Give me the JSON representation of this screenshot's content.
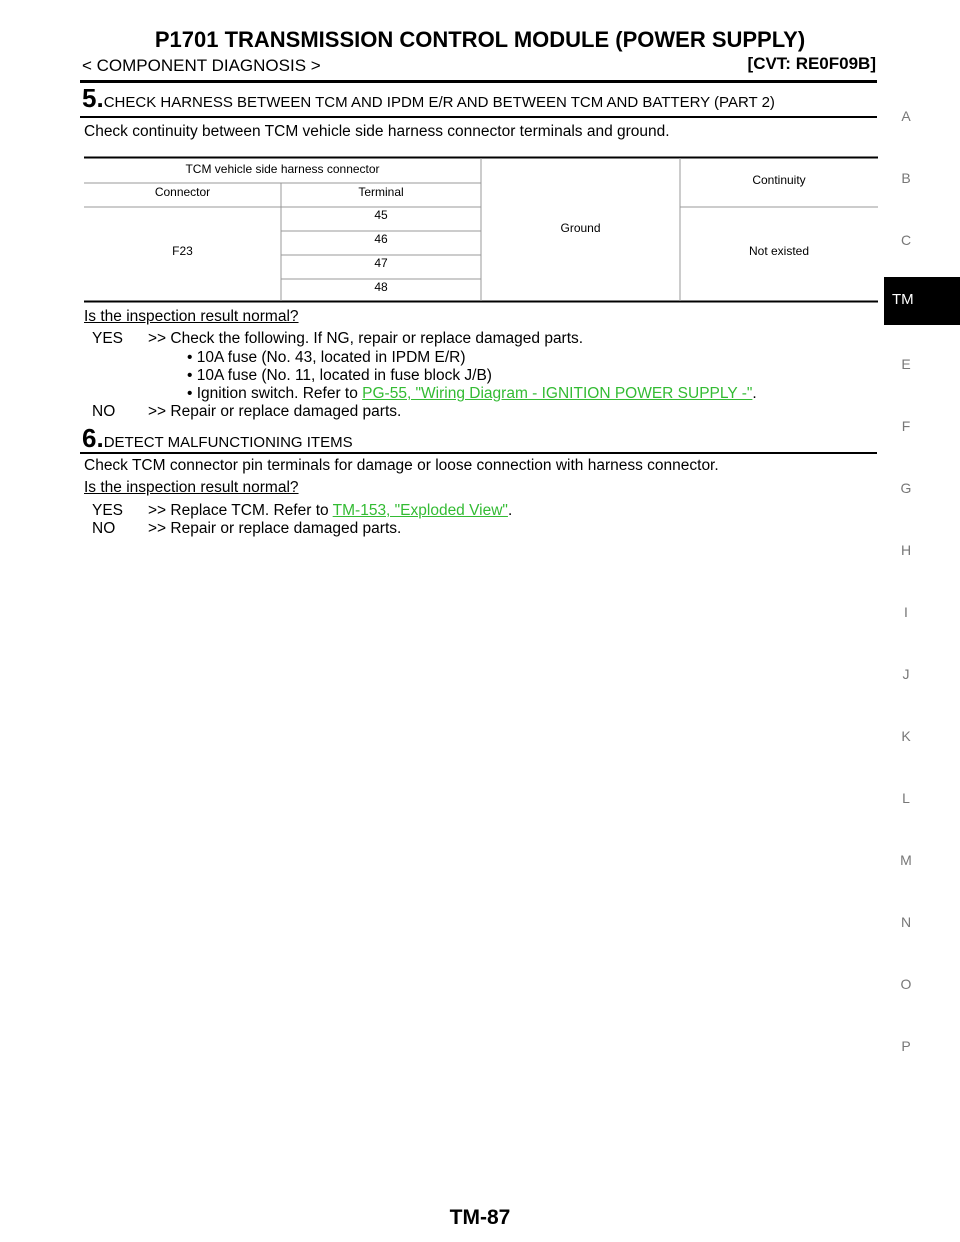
{
  "header": {
    "title": "P1701 TRANSMISSION CONTROL MODULE (POWER SUPPLY)",
    "section": "< COMPONENT DIAGNOSIS >",
    "model": "[CVT: RE0F09B]"
  },
  "step5": {
    "number": "5.",
    "title": "CHECK HARNESS BETWEEN TCM AND IPDM E/R AND BETWEEN TCM AND BATTERY (PART 2)",
    "instruction": "Check continuity between TCM vehicle side harness connector terminals and ground.",
    "table": {
      "group_header": "TCM vehicle side harness connector",
      "col_connector": "Connector",
      "col_terminal": "Terminal",
      "col_ground": "Ground",
      "col_continuity": "Continuity",
      "connector": "F23",
      "terminals": [
        "45",
        "46",
        "47",
        "48"
      ],
      "result": "Not existed"
    },
    "question": "Is the inspection result normal?",
    "yes_label": "YES",
    "yes_text": ">>   Check the following. If NG, repair or replace damaged parts.",
    "items": [
      "• 10A fuse (No. 43, located in IPDM E/R)",
      "• 10A fuse (No. 11, located in fuse block J/B)"
    ],
    "item3_prefix": "• Ignition switch. Refer to ",
    "item3_link": "PG-55, \"Wiring Diagram - IGNITION POWER SUPPLY -\"",
    "item3_suffix": ".",
    "no_label": "NO",
    "no_text": ">> Repair or replace damaged parts."
  },
  "step6": {
    "number": "6.",
    "title": "DETECT MALFUNCTIONING ITEMS",
    "instruction": "Check TCM connector pin terminals for damage or loose connection with harness connector.",
    "question": "Is the inspection result normal?",
    "yes_label": "YES",
    "yes_prefix": ">> Replace TCM. Refer to ",
    "yes_link": "TM-153, \"Exploded View\"",
    "yes_suffix": ".",
    "no_label": "NO",
    "no_text": ">> Repair or replace damaged parts."
  },
  "side_index": {
    "letters": [
      "A",
      "B",
      "C",
      "TM",
      "E",
      "F",
      "G",
      "H",
      "I",
      "J",
      "K",
      "L",
      "M",
      "N",
      "O",
      "P"
    ],
    "active": "TM"
  },
  "footer": {
    "page": "TM-87"
  }
}
